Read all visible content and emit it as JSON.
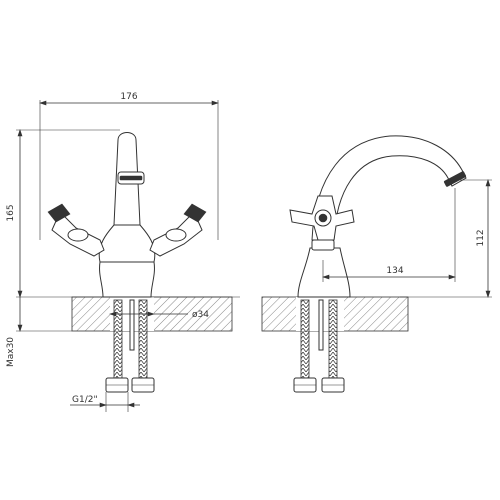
{
  "dimensions": {
    "width_overall": "176",
    "height_overall": "165",
    "height_spout": "112",
    "reach_spout": "134",
    "hole_diameter": "ø34",
    "deck_thickness": "Max30",
    "thread": "G1/2\""
  },
  "colors": {
    "line": "#333333",
    "background": "#ffffff"
  }
}
